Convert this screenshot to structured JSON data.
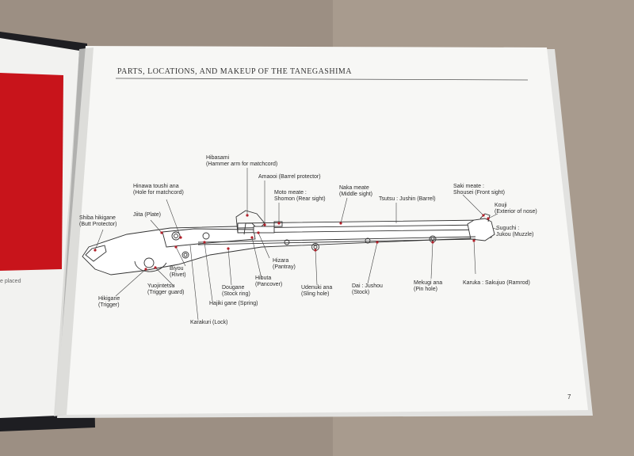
{
  "page": {
    "title": "PARTS, LOCATIONS, AND  MAKEUP  OF  THE TANEGASHIMA",
    "page_number": "7",
    "left_page_text": "e  placed"
  },
  "labels": [
    {
      "id": "hibasami",
      "lines": [
        "Hibasami",
        "(Hammer arm for matchcord)"
      ]
    },
    {
      "id": "amaooi",
      "lines": [
        "Amaooi (Barrel protector)"
      ]
    },
    {
      "id": "moto-meate",
      "lines": [
        "Moto meate :",
        "Shomon (Rear sight)"
      ]
    },
    {
      "id": "naka-meate",
      "lines": [
        "Naka meate",
        "(Middle sight)"
      ]
    },
    {
      "id": "tsutsu",
      "lines": [
        "Tsutsu : Jushin (Barrel)"
      ]
    },
    {
      "id": "saki-meate",
      "lines": [
        "Saki meate :",
        "Shousei (Front sight)"
      ]
    },
    {
      "id": "kouji",
      "lines": [
        "Kouji",
        "(Exterior of nose)"
      ]
    },
    {
      "id": "suguchi",
      "lines": [
        "Suguchi :",
        "Jukou (Muzzle)"
      ]
    },
    {
      "id": "hinawa",
      "lines": [
        "Hinawa toushi ana",
        "(Hole for matchcord)"
      ]
    },
    {
      "id": "jiita",
      "lines": [
        "Jiita (Plate)"
      ]
    },
    {
      "id": "shibahikigane",
      "lines": [
        "Shiba hikigane",
        "(Butt Protector)"
      ]
    },
    {
      "id": "hizara",
      "lines": [
        "Hizara",
        "(Pantray)"
      ]
    },
    {
      "id": "hibuta",
      "lines": [
        "Hibuta",
        "(Pancover)"
      ]
    },
    {
      "id": "biyou",
      "lines": [
        "Biyou",
        "(Rivet)"
      ]
    },
    {
      "id": "yuojintetsu",
      "lines": [
        "Yuojintetsu",
        "(Trigger guard)"
      ]
    },
    {
      "id": "hikigane",
      "lines": [
        "Hikigane",
        "(Trigger)"
      ]
    },
    {
      "id": "dougane",
      "lines": [
        "Dougane",
        "(Stock ring)"
      ]
    },
    {
      "id": "hajiki",
      "lines": [
        "Hajiki gane (Spring)"
      ]
    },
    {
      "id": "karakuri",
      "lines": [
        "Karakuri (Lock)"
      ]
    },
    {
      "id": "udenuki",
      "lines": [
        "Udenuki ana",
        "(Sling hole)"
      ]
    },
    {
      "id": "dai",
      "lines": [
        "Dai : Jushou",
        "(Stock)"
      ]
    },
    {
      "id": "mekugi",
      "lines": [
        "Mekugi ana",
        "(Pin hole)"
      ]
    },
    {
      "id": "karuka",
      "lines": [
        "Karuka : Sakujuo (Ramrod)"
      ]
    }
  ]
}
